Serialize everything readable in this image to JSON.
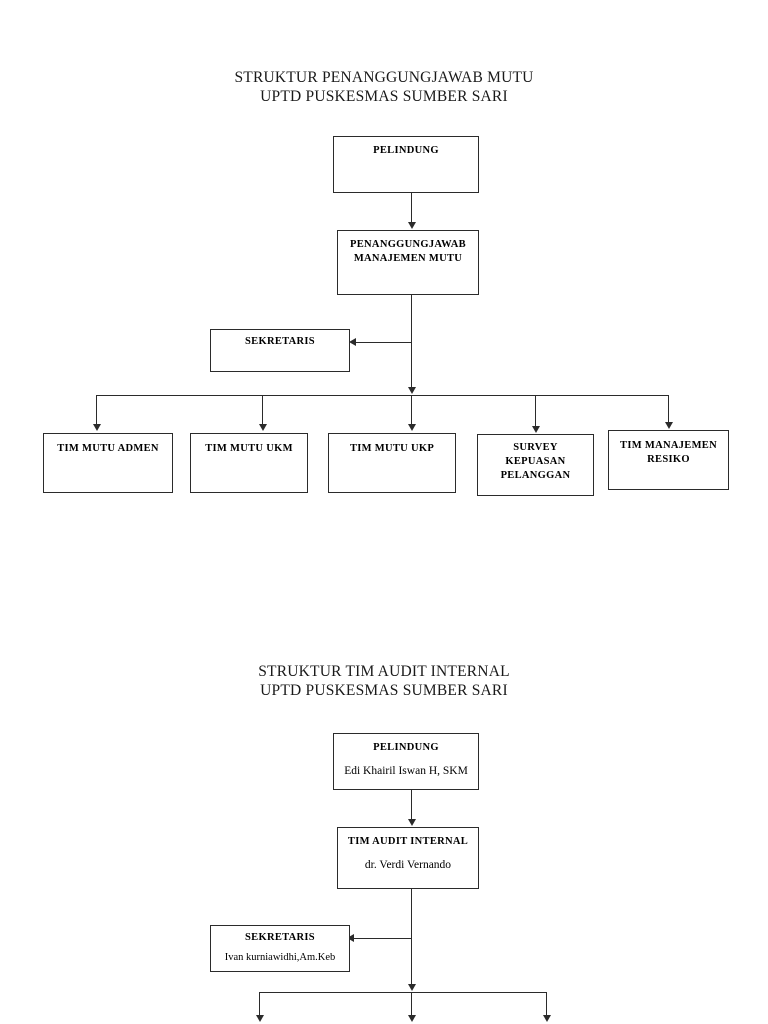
{
  "document": {
    "page_background": "#ffffff",
    "line_color": "#2b2b2b"
  },
  "charts": [
    {
      "id": "struktur-penanggungjawab-mutu",
      "title_line1": "STRUKTUR PENANGGUNGJAWAB MUTU",
      "title_line2": "UPTD PUSKESMAS SUMBER SARI",
      "nodes": {
        "pelindung": {
          "role": "PELINDUNG"
        },
        "penanggungjawab": {
          "role": "PENANGGUNGJAWAB\nMANAJEMEN MUTU"
        },
        "sekretaris": {
          "role": "SEKRETARIS"
        },
        "tim_mutu_admen": {
          "role": "TIM MUTU ADMEN"
        },
        "tim_mutu_ukm": {
          "role": "TIM MUTU UKM"
        },
        "tim_mutu_ukp": {
          "role": "TIM MUTU UKP"
        },
        "survey": {
          "role": "SURVEY\nKEPUASAN\nPELANGGAN"
        },
        "tim_manajemen_resiko": {
          "role": "TIM MANAJEMEN\nRESIKO"
        }
      }
    },
    {
      "id": "struktur-tim-audit-internal",
      "title_line1": "STRUKTUR TIM AUDIT INTERNAL",
      "title_line2": "UPTD PUSKESMAS SUMBER SARI",
      "nodes": {
        "pelindung": {
          "role": "PELINDUNG",
          "person": "Edi Khairil Iswan H, SKM"
        },
        "tim_audit_internal": {
          "role": "TIM AUDIT INTERNAL",
          "person": "dr. Verdi Vernando"
        },
        "sekretaris": {
          "role": "SEKRETARIS",
          "person": "Ivan kurniawidhi,Am.Keb"
        }
      }
    }
  ]
}
